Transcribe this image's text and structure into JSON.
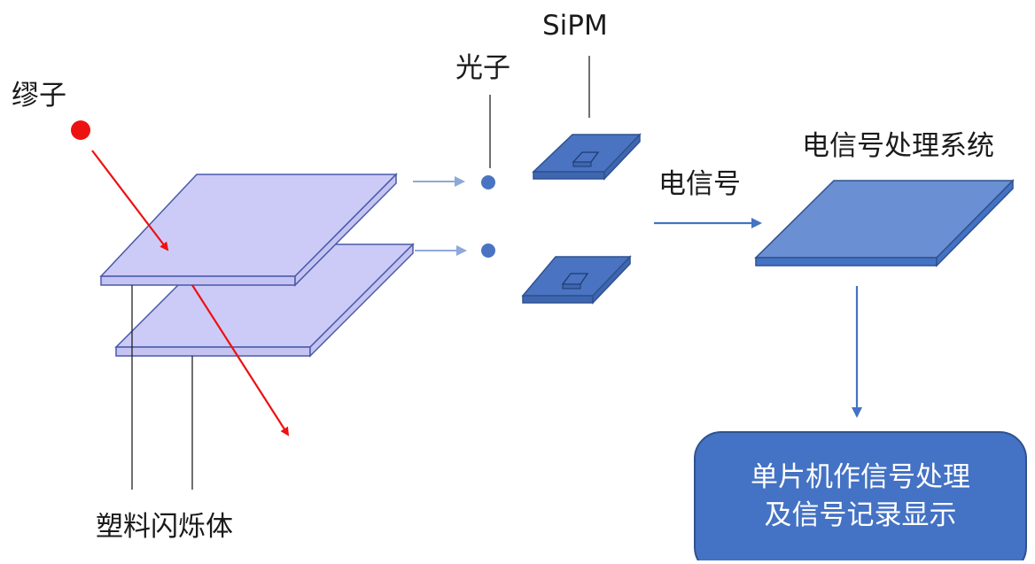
{
  "labels": {
    "muon": "缪子",
    "photon": "光子",
    "sipm": "SiPM",
    "electric_signal": "电信号",
    "signal_system": "电信号处理系统",
    "scintillator": "塑料闪烁体"
  },
  "mcu_box": {
    "line1": "单片机作信号处理",
    "line2": "及信号记录显示"
  },
  "colors": {
    "scintillator_fill": "#cccbf7",
    "scintillator_edge": "#4a5aa8",
    "scintillator_side": "#c5c3f2",
    "device_blue": "#4a74c2",
    "device_side": "#3f66b0",
    "box_fill": "#4472c4",
    "box_edge": "#2f528f",
    "muon_track": "#ee1111",
    "flow_arrow": "#4472c4",
    "photon_arrow": "#8fa8d8",
    "leader_line": "#222222"
  }
}
